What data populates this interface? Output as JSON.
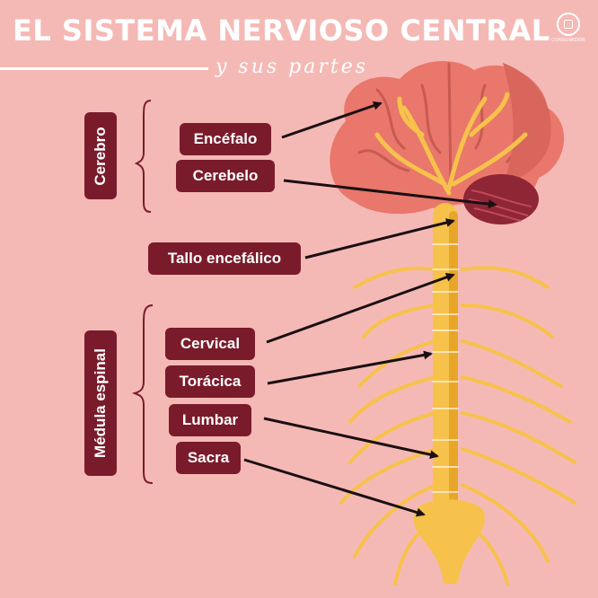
{
  "header": {
    "title": "EL SISTEMA NERVIOSO CENTRAL",
    "subtitle": "y sus partes"
  },
  "brand": {
    "logo_name": "brand-logo-icon",
    "logo_text": "CONSUMIDOR"
  },
  "groups": {
    "cerebro": "Cerebro",
    "medula": "Médula espinal"
  },
  "labels": {
    "encefalo": "Encéfalo",
    "cerebelo": "Cerebelo",
    "tallo": "Tallo encefálico",
    "cervical": "Cervical",
    "toracica": "Torácica",
    "lumbar": "Lumbar",
    "sacra": "Sacra"
  },
  "colors": {
    "background": "#f5b9b5",
    "label_bg": "#7a1b2b",
    "label_text": "#ffffff",
    "brain": "#e9776b",
    "brain_dark": "#c85a52",
    "cerebellum": "#8e2636",
    "nerves": "#f6c24b",
    "nerves_dark": "#e8a629",
    "arrow": "#1a0f12"
  }
}
